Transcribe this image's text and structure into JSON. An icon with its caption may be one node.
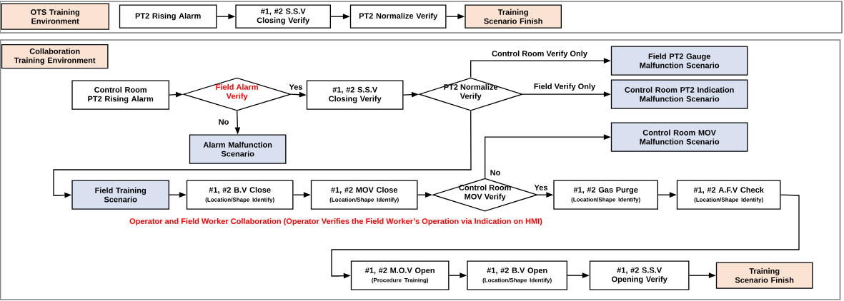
{
  "diagram": {
    "nodes": [
      {
        "text": [],
        "shape": "box"
      },
      {
        "text": [
          "OTS Training Environment"
        ],
        "in": 0
      },
      {
        "text": [
          "PT2 Rising Alarm"
        ],
        "in": 0
      },
      {
        "text": [
          "#1, #2 S.S.V Closing Verify"
        ],
        "in": 0
      },
      {
        "text": [
          "PT2 Normalize Verify"
        ],
        "in": 0
      },
      {
        "text": [
          "Training Scenario Finish"
        ],
        "in": 0
      },
      {
        "text": [],
        "shape": "box"
      },
      {
        "text": [
          "Collaboration Training Environment"
        ],
        "in": 6
      },
      {
        "text": [
          "Control Room PT2 Rising Alarm"
        ],
        "in": 6
      },
      {
        "text": [
          "Field Alarm Verify"
        ],
        "in": 6
      },
      {
        "text": [
          "#1, #2 S.S.V Closing Verify"
        ],
        "in": 6
      },
      {
        "text": [
          "PT2 Normalize Verify"
        ],
        "in": 6
      },
      {
        "text": [
          "Field PT2 Gauge Malfunction Scenario"
        ],
        "in": 6
      },
      {
        "text": [
          "Control Room PT2 Indication Malfunction Scenario"
        ],
        "in": 6
      },
      {
        "text": [
          "Alarm Malfunction Scenario"
        ],
        "in": 6
      },
      {
        "text": [
          "Control Room MOV Malfunction Scenario"
        ],
        "in": 6
      },
      {
        "text": [
          "Field Training Scenario"
        ],
        "in": 6
      },
      {
        "text": [
          "#1, #2 B.V Close",
          "(Location/Shape Identify)"
        ],
        "in": 6
      },
      {
        "text": [
          "#1, #2 MOV Close",
          "(Location/Shape Identify)"
        ],
        "in": 6
      },
      {
        "text": [
          "Control Room MOV Verify"
        ],
        "in": 6
      },
      {
        "text": [
          "#1, #2 Gas Purge",
          "(Location/Shape Identify)"
        ],
        "in": 6
      },
      {
        "text": [
          "#1, #2 A.F.V Check",
          "(Location/Shape Identify)"
        ],
        "in": 6
      },
      {
        "text": [
          "#1, #2 M.O.V Open",
          "(Procedure Training)"
        ],
        "in": 6
      },
      {
        "text": [
          "#1, #2 B.V Open",
          "(Location/Shape Identify)"
        ],
        "in": 6
      },
      {
        "text": [
          "#1, #2 S.S.V Opening Verify"
        ],
        "in": 6
      },
      {
        "text": [
          "Training Scenario Finish"
        ],
        "in": 6
      }
    ],
    "edges": [
      {
        "from": 2,
        "to": 3,
        "arrow": "to"
      },
      {
        "from": 3,
        "to": 4,
        "arrow": "to"
      },
      {
        "from": 4,
        "to": 5,
        "arrow": "to"
      },
      {
        "from": 8,
        "to": 9,
        "arrow": "to"
      },
      {
        "from": 9,
        "to": 10,
        "arrow": "to",
        "label": "Yes"
      },
      {
        "from": 9,
        "to": 14,
        "arrow": "to",
        "label": "No"
      },
      {
        "from": 10,
        "to": 11,
        "arrow": "to"
      },
      {
        "from": 11,
        "to": 12,
        "arrow": "to",
        "label": "Control Room Verify Only"
      },
      {
        "from": 11,
        "to": 13,
        "arrow": "to",
        "label": "Field Verify Only"
      },
      {
        "from": 11,
        "to": 16,
        "arrow": "to"
      },
      {
        "from": 16,
        "to": 17,
        "arrow": "to"
      },
      {
        "from": 17,
        "to": 18,
        "arrow": "to"
      },
      {
        "from": 18,
        "to": 19,
        "arrow": "to"
      },
      {
        "from": 19,
        "to": 20,
        "arrow": "to",
        "label": "Yes"
      },
      {
        "from": 19,
        "to": 15,
        "arrow": "to",
        "label": "No"
      },
      {
        "from": 20,
        "to": 21,
        "arrow": "to"
      },
      {
        "from": 21,
        "to": 22,
        "arrow": "to"
      },
      {
        "from": 22,
        "to": 23,
        "arrow": "to"
      },
      {
        "from": 23,
        "to": 24,
        "arrow": "to"
      },
      {
        "from": 24,
        "to": 25,
        "arrow": "to"
      }
    ],
    "labels": [
      "Operator and Field Worker Collaboration (Operator Verifies the Field Worker’s Operation via Indication on HMI)"
    ]
  }
}
